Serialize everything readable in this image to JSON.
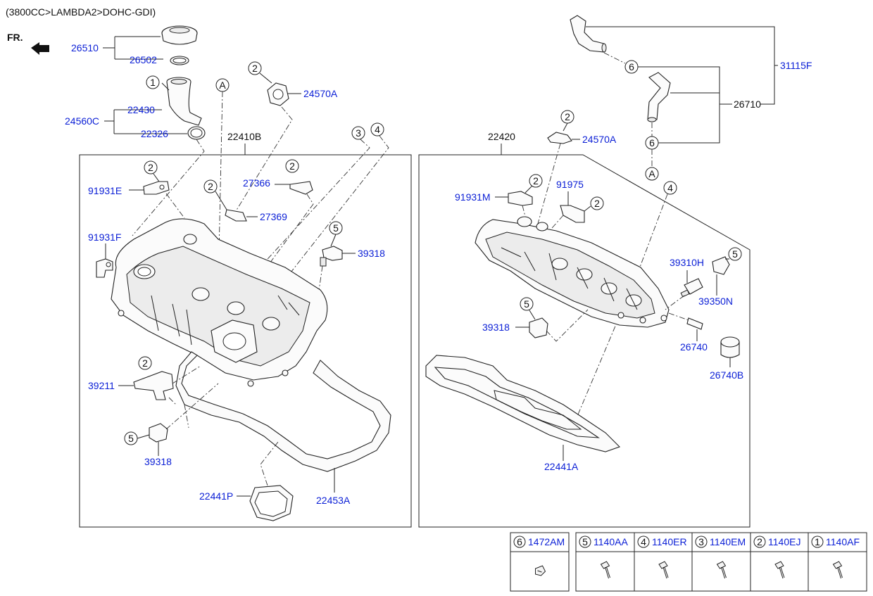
{
  "header": {
    "variant": "(3800CC>LAMBDA2>DOHC-GDI)",
    "front_label": "FR."
  },
  "callouts": {
    "c1": "1",
    "c2": "2",
    "c3": "3",
    "c4": "4",
    "c5": "5",
    "c6": "6",
    "cA": "A"
  },
  "parts": {
    "p26510": "26510",
    "p26502": "26502",
    "p22430": "22430",
    "p24560C": "24560C",
    "p22326": "22326",
    "p24570A": "24570A",
    "p22410B": "22410B",
    "p91931E": "91931E",
    "p27366": "27366",
    "p27369": "27369",
    "p91931F": "91931F",
    "p39318": "39318",
    "p39211": "39211",
    "p22441P": "22441P",
    "p22453A": "22453A",
    "p31115F": "31115F",
    "p26710": "26710",
    "p22420": "22420",
    "p91931M": "91931M",
    "p91975": "91975",
    "p39310H": "39310H",
    "p39350N": "39350N",
    "p26740": "26740",
    "p26740B": "26740B",
    "p22441A": "22441A"
  },
  "legend": [
    {
      "num": "6",
      "code": "1472AM"
    },
    {
      "num": "5",
      "code": "1140AA"
    },
    {
      "num": "4",
      "code": "1140ER"
    },
    {
      "num": "3",
      "code": "1140EM"
    },
    {
      "num": "2",
      "code": "1140EJ"
    },
    {
      "num": "1",
      "code": "1140AF"
    }
  ],
  "colors": {
    "link": "#0b1fd6",
    "text": "#111111",
    "line": "#222222"
  }
}
